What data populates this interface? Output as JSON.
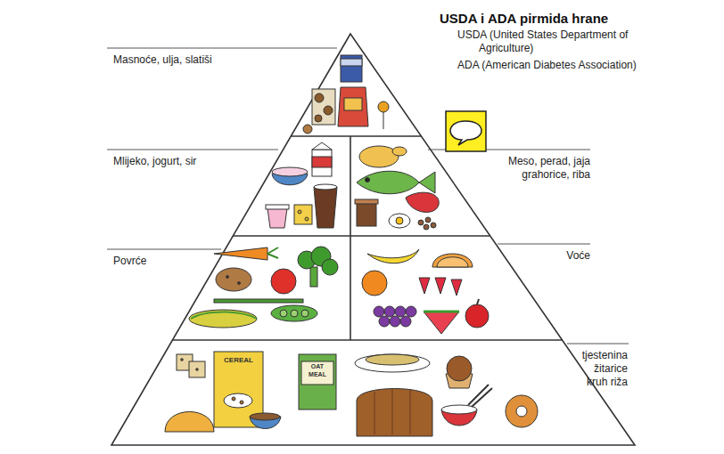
{
  "diagram": {
    "title": "USDA i ADA pirmida hrane",
    "labels": [
      "USDA (United States Department of Agriculture)",
      "ADA (American Diabetes Association)",
      "Masnoće, ulja, slatiši",
      "Mlijeko, jogurt, sir",
      "Meso, perad, jaja grahorice, riba",
      "Povrće",
      "Voće",
      "tjestenina žitarice kruh riža",
      "CEREAL",
      "OAT MEAL"
    ]
  }
}
